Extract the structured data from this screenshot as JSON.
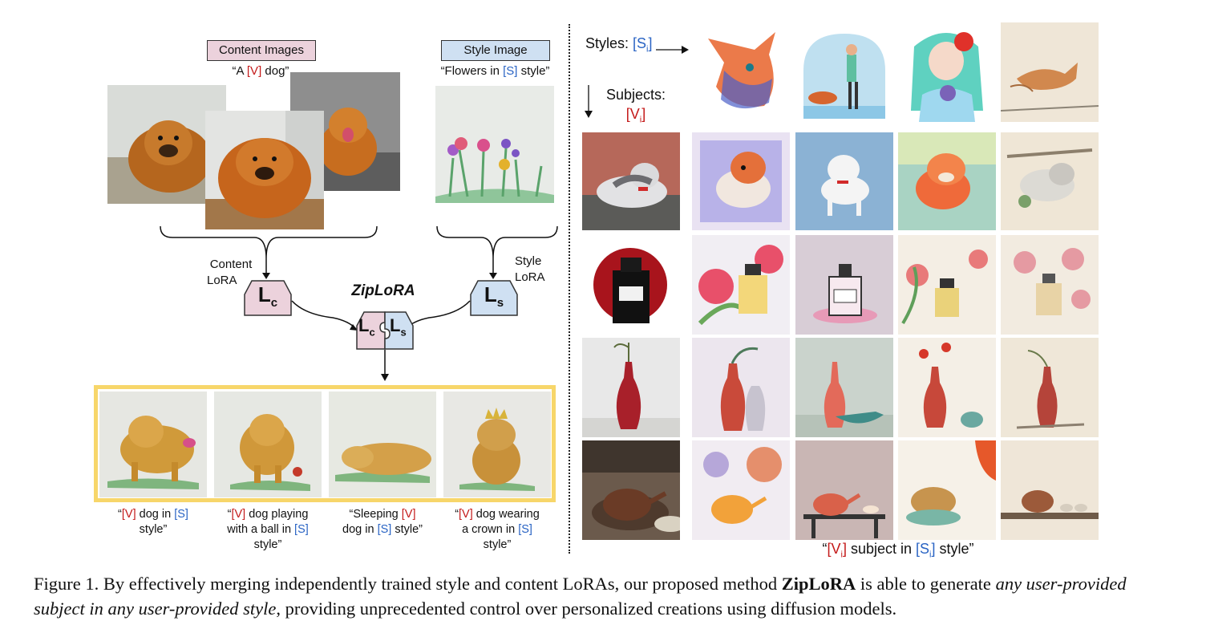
{
  "left": {
    "content_box_label": "Content Images",
    "content_prompt_open": "“A ",
    "content_prompt_token": "[V]",
    "content_prompt_close": " dog”",
    "style_box_label": "Style Image",
    "style_prompt_open": "“Flowers in ",
    "style_prompt_token": "[S]",
    "style_prompt_close": " style”",
    "content_lora_line1": "Content",
    "content_lora_line2": "LoRA",
    "style_lora_line1": "Style",
    "style_lora_line2": "LoRA",
    "ziplora_title": "ZipLoRA",
    "lc_main": "L",
    "lc_sub": "c",
    "ls_main": "L",
    "ls_sub": "s",
    "outputs": [
      {
        "l1a": "“",
        "l1tok": "[V]",
        "l1b": " dog in ",
        "l1tok2": "[S]",
        "l1c": "",
        "l2": "style”"
      },
      {
        "l1a": "“",
        "l1tok": "[V]",
        "l1b": " dog playing",
        "l2a": "with a ball in ",
        "l2tok": "[S]",
        "l3": "style”"
      },
      {
        "l1a": "“Sleeping ",
        "l1tok": "[V]",
        "l2a": "dog in ",
        "l2tok": "[S]",
        "l2b": " style”"
      },
      {
        "l1a": "“",
        "l1tok": "[V]",
        "l1b": " dog wearing",
        "l2a": "a crown in ",
        "l2tok": "[S]",
        "l3": "style”"
      }
    ]
  },
  "right": {
    "styles_label": "Styles: ",
    "styles_token_main": "[S",
    "styles_token_sub": "i",
    "styles_token_close": "]",
    "subjects_label": "Subjects:",
    "subjects_token_main": "[V",
    "subjects_token_sub": "i",
    "subjects_token_close": "]",
    "bottom_q_open": "“",
    "bottom_v_main": "[V",
    "bottom_v_sub": "i",
    "bottom_v_close": "]",
    "bottom_mid": " subject in ",
    "bottom_s_main": "[S",
    "bottom_s_sub": "i",
    "bottom_s_close": "]",
    "bottom_end": " style”"
  },
  "caption": {
    "prefix": "Figure 1. By effectively merging independently trained style and content LoRAs, our proposed method ",
    "bold": "ZipLoRA",
    "mid": " is able to generate ",
    "italic": "any user-provided subject in any user-provided style",
    "suffix": ", providing unprecedented control over personalized creations using diffusion models."
  },
  "colors": {
    "red": "#c41a1a",
    "blue": "#2a64c4",
    "content_box": "#ecd2dc",
    "style_box": "#cfe0f2",
    "frame": "#f7d66a"
  }
}
